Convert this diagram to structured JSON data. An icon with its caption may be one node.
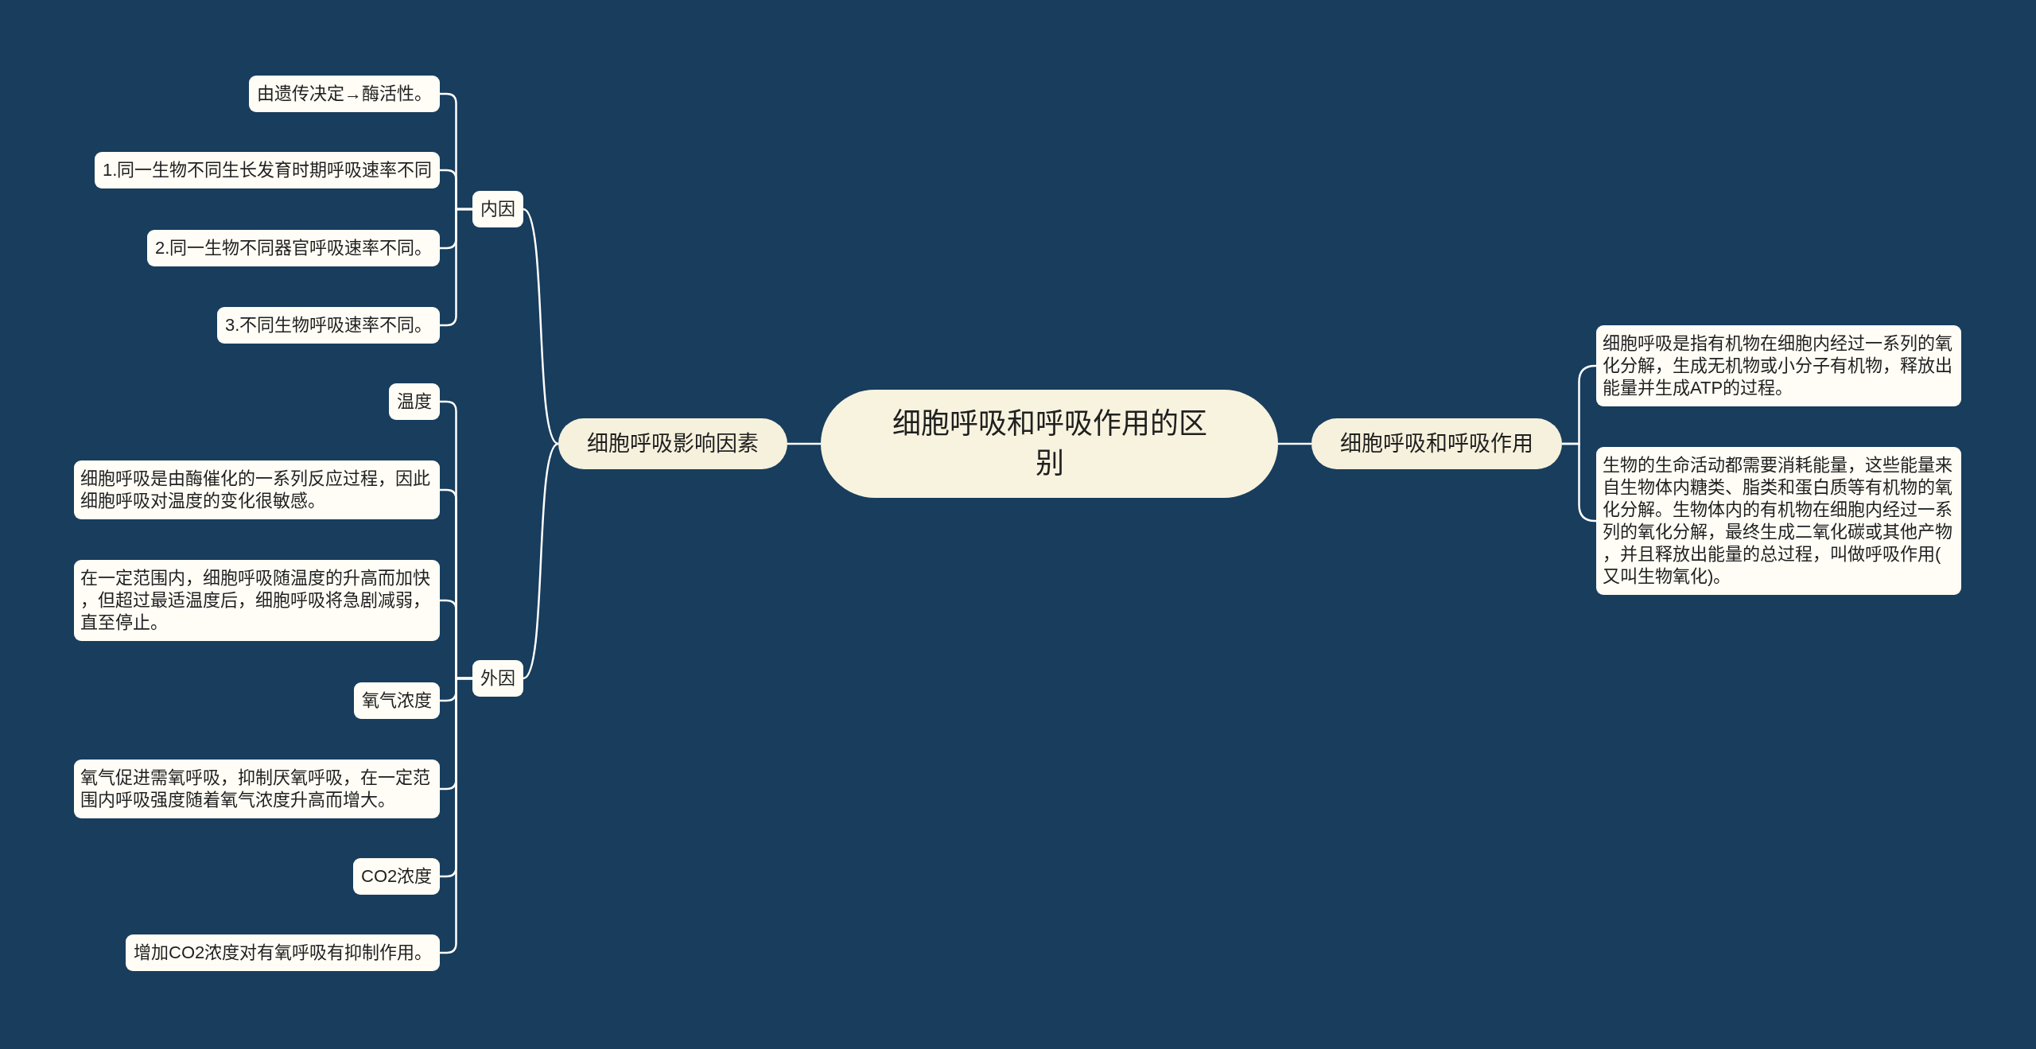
{
  "diagram": {
    "nodes": [
      {
        "text": [
          "细胞呼吸和呼吸作用的区别"
        ]
      },
      {
        "text": [
          "细胞呼吸影响因素"
        ]
      },
      {
        "text": [
          "内因"
        ]
      },
      {
        "text": [
          "由遗传决定→酶活性。"
        ]
      },
      {
        "text": [
          "1.同一生物不同生长发育时期呼吸速率不同"
        ]
      },
      {
        "text": [
          "2.同一生物不同器官呼吸速率不同。"
        ]
      },
      {
        "text": [
          "3.不同生物呼吸速率不同。"
        ]
      },
      {
        "text": [
          "外因"
        ]
      },
      {
        "text": [
          "温度"
        ]
      },
      {
        "text": [
          "细胞呼吸是由酶催化的一系列反应过程，因此细胞呼吸对温度的变化很敏感。"
        ]
      },
      {
        "text": [
          "在一定范围内，细胞呼吸随温度的升高而加快，但超过最适温度后，细胞呼吸将急剧减弱，直至停止。"
        ]
      },
      {
        "text": [
          "氧气浓度"
        ]
      },
      {
        "text": [
          "氧气促进需氧呼吸，抑制厌氧呼吸，在一定范围内呼吸强度随着氧气浓度升高而增大。"
        ]
      },
      {
        "text": [
          "CO2浓度"
        ]
      },
      {
        "text": [
          "增加CO2浓度对有氧呼吸有抑制作用。"
        ]
      },
      {
        "text": [
          "细胞呼吸和呼吸作用"
        ]
      },
      {
        "text": [
          "细胞呼吸是指有机物在细胞内经过一系列的氧化分解，生成无机物或小分子有机物，释放出能量并生成ATP的过程。"
        ]
      },
      {
        "text": [
          "生物的生命活动都需要消耗能量，这些能量来自生物体内糖类、脂类和蛋白质等有机物的氧化分解。生物体内的有机物在细胞内经过一系列的氧化分解，最终生成二氧化碳或其他产物，并且释放出能量的总过程，叫做呼吸作用(又叫生物氧化)。"
        ]
      }
    ],
    "edges": [
      {
        "from": 0,
        "to": 1,
        "arrow": "none"
      },
      {
        "from": 1,
        "to": 2,
        "arrow": "none"
      },
      {
        "from": 2,
        "to": 3,
        "arrow": "none"
      },
      {
        "from": 2,
        "to": 4,
        "arrow": "none"
      },
      {
        "from": 2,
        "to": 5,
        "arrow": "none"
      },
      {
        "from": 2,
        "to": 6,
        "arrow": "none"
      },
      {
        "from": 1,
        "to": 7,
        "arrow": "none"
      },
      {
        "from": 7,
        "to": 8,
        "arrow": "none"
      },
      {
        "from": 7,
        "to": 9,
        "arrow": "none"
      },
      {
        "from": 7,
        "to": 10,
        "arrow": "none"
      },
      {
        "from": 7,
        "to": 11,
        "arrow": "none"
      },
      {
        "from": 7,
        "to": 12,
        "arrow": "none"
      },
      {
        "from": 7,
        "to": 13,
        "arrow": "none"
      },
      {
        "from": 7,
        "to": 14,
        "arrow": "none"
      },
      {
        "from": 0,
        "to": 15,
        "arrow": "none"
      },
      {
        "from": 15,
        "to": 16,
        "arrow": "none"
      },
      {
        "from": 15,
        "to": 17,
        "arrow": "none"
      }
    ]
  }
}
